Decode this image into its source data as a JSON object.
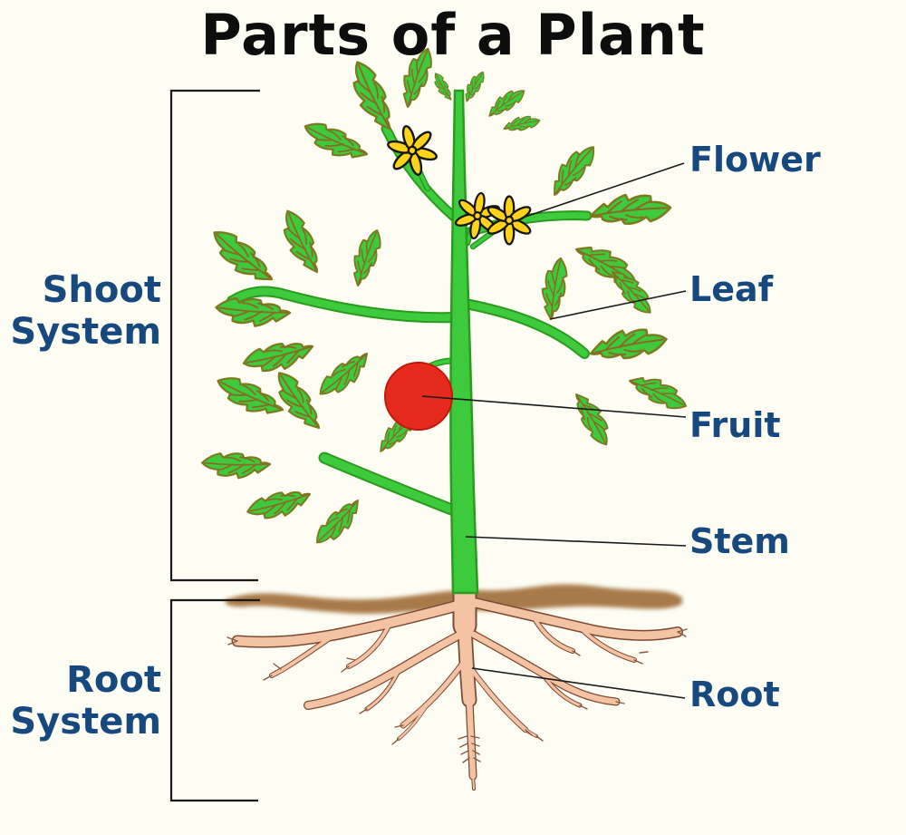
{
  "title": "Parts of a Plant",
  "systems": {
    "shoot": {
      "line1": "Shoot",
      "line2": "System"
    },
    "root": {
      "line1": "Root",
      "line2": "System"
    }
  },
  "labels": {
    "flower": "Flower",
    "leaf": "Leaf",
    "fruit": "Fruit",
    "stem": "Stem",
    "root": "Root"
  },
  "colors": {
    "background": "#fdfdf4",
    "title_black": "#0d0d0d",
    "label_blue": "#17497e",
    "leaf_green": "#3dcb3d",
    "stem_outline_green": "#2b9a1e",
    "flower_yellow": "#ffd21c",
    "fruit_red": "#e62b1e",
    "root_peach": "#f4c3a4",
    "root_outline": "#7c4a33",
    "soil_brown": "#a97a4a",
    "line_black": "#1a1a1a"
  }
}
